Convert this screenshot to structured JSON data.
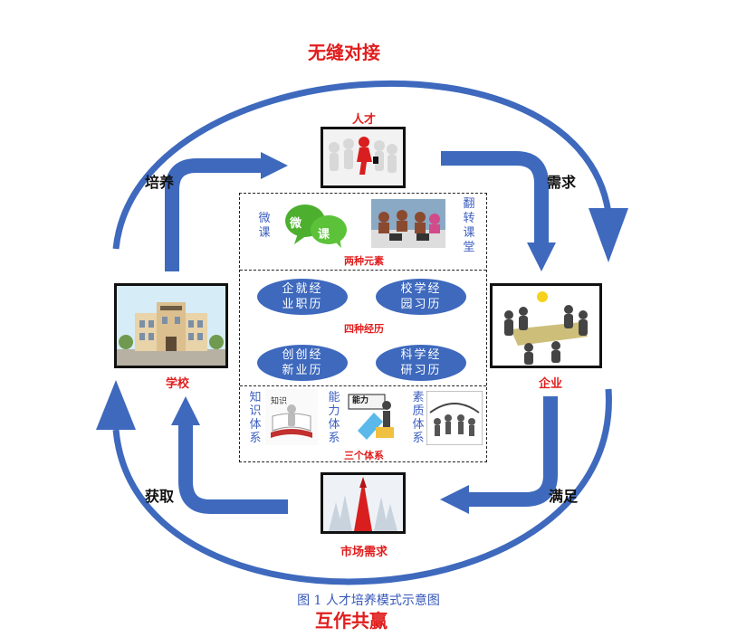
{
  "outer_labels": {
    "top": "无缝对接",
    "bottom": "互作共赢"
  },
  "flow_labels": {
    "cultivate": "培养",
    "demand": "需求",
    "satisfy": "满足",
    "obtain": "获取"
  },
  "nodes": {
    "talent": "人才",
    "school": "学校",
    "enterprise": "企业",
    "market": "市场需求"
  },
  "center": {
    "elements": {
      "left": "微课",
      "right": "翻转课堂",
      "title": "两种元素",
      "bubble_a": "微",
      "bubble_b": "课"
    },
    "experiences": {
      "title": "四种经历",
      "top_left": [
        "企就经",
        "业职历"
      ],
      "top_right": [
        "校学经",
        "园习历"
      ],
      "bottom_left": [
        "创创经",
        "新业历"
      ],
      "bottom_right": [
        "科学经",
        "研习历"
      ]
    },
    "systems": {
      "title": "三个体系",
      "knowledge": "知识体系",
      "ability": "能力体系",
      "quality": "素质体系",
      "knowledge_tag": "知识",
      "ability_tag": "能力"
    }
  },
  "caption": "图 1 人才培养模式示意图",
  "colors": {
    "arrow_blue": "#3e69bd",
    "label_red": "#e11d1d",
    "caption_blue": "#3657b8"
  }
}
